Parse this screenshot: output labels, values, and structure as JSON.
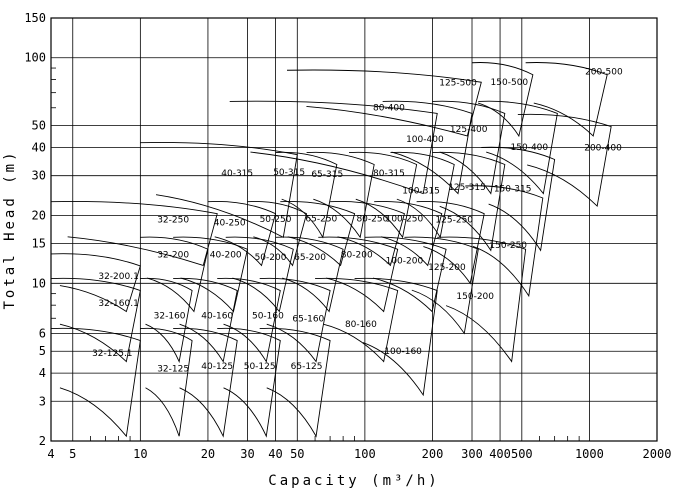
{
  "chart_data": {
    "type": "line",
    "title": "",
    "xlabel": "Capacity (m³/h)",
    "ylabel": "Total Head (m)",
    "x_scale": "log",
    "y_scale": "log",
    "xlim": [
      4,
      2000
    ],
    "ylim": [
      2,
      150
    ],
    "grid": true,
    "legend": "none",
    "x_ticks": [
      4,
      5,
      10,
      20,
      30,
      40,
      50,
      100,
      200,
      300,
      400,
      500,
      1000,
      2000
    ],
    "x_tick_labels": [
      "4",
      "5",
      "10",
      "20",
      "30",
      "40",
      "50",
      "100",
      "200",
      "300",
      "400",
      "500",
      "1000",
      "2000"
    ],
    "y_ticks": [
      2,
      3,
      4,
      5,
      6,
      10,
      15,
      20,
      30,
      40,
      50,
      100,
      150
    ],
    "y_tick_labels": [
      "2",
      "3",
      "4",
      "5",
      "6",
      "10",
      "15",
      "20",
      "30",
      "40",
      "50",
      "100",
      "150"
    ],
    "regions": [
      {
        "label": "32-125.1",
        "q": [
          4,
          10
        ],
        "h": [
          2.1,
          6.3
        ],
        "label_at": [
          7.5,
          4.9
        ]
      },
      {
        "label": "32-125",
        "q": [
          10,
          17
        ],
        "h": [
          2.1,
          6.3
        ],
        "label_at": [
          14,
          4.2
        ]
      },
      {
        "label": "40-125",
        "q": [
          14,
          27
        ],
        "h": [
          2.1,
          6.3
        ],
        "label_at": [
          22,
          4.3
        ]
      },
      {
        "label": "50-125",
        "q": [
          22,
          42
        ],
        "h": [
          2.1,
          6.3
        ],
        "label_at": [
          34,
          4.3
        ]
      },
      {
        "label": "65-125",
        "q": [
          34,
          70
        ],
        "h": [
          2.1,
          6.3
        ],
        "label_at": [
          55,
          4.3
        ]
      },
      {
        "label": "32-160.1",
        "q": [
          4,
          10
        ],
        "h": [
          4.5,
          10.5
        ],
        "label_at": [
          8,
          8.2
        ]
      },
      {
        "label": "32-160",
        "q": [
          10,
          17
        ],
        "h": [
          4.5,
          10.5
        ],
        "label_at": [
          13.5,
          7.2
        ]
      },
      {
        "label": "40-160",
        "q": [
          14,
          27
        ],
        "h": [
          4.5,
          10.5
        ],
        "label_at": [
          22,
          7.2
        ]
      },
      {
        "label": "50-160",
        "q": [
          22,
          42
        ],
        "h": [
          4.5,
          10.5
        ],
        "label_at": [
          37,
          7.2
        ]
      },
      {
        "label": "65-160",
        "q": [
          34,
          70
        ],
        "h": [
          4.5,
          10.5
        ],
        "label_at": [
          56,
          7
        ]
      },
      {
        "label": "80-160",
        "q": [
          60,
          140
        ],
        "h": [
          4.5,
          10.5
        ],
        "label_at": [
          96,
          6.6
        ]
      },
      {
        "label": "100-160",
        "q": [
          90,
          210
        ],
        "h": [
          3.2,
          10.5
        ],
        "label_at": [
          148,
          5
        ]
      },
      {
        "label": "32-200.1",
        "q": [
          4,
          10
        ],
        "h": [
          7.5,
          13.5
        ],
        "label_at": [
          8,
          10.8
        ]
      },
      {
        "label": "32-200",
        "q": [
          10,
          20
        ],
        "h": [
          7.5,
          16
        ],
        "label_at": [
          14,
          13.4
        ]
      },
      {
        "label": "40-200",
        "q": [
          14,
          30
        ],
        "h": [
          7.5,
          16
        ],
        "label_at": [
          24,
          13.4
        ]
      },
      {
        "label": "50-200",
        "q": [
          24,
          48
        ],
        "h": [
          7.5,
          16
        ],
        "label_at": [
          38,
          13.1
        ]
      },
      {
        "label": "65-200",
        "q": [
          40,
          80
        ],
        "h": [
          7.5,
          16
        ],
        "label_at": [
          57,
          13.1
        ]
      },
      {
        "label": "80-200",
        "q": [
          62,
          140
        ],
        "h": [
          7.5,
          16
        ],
        "label_at": [
          92,
          13.4
        ]
      },
      {
        "label": "100-200",
        "q": [
          100,
          230
        ],
        "h": [
          7.5,
          16
        ],
        "label_at": [
          150,
          12.6
        ]
      },
      {
        "label": "125-200",
        "q": [
          150,
          320
        ],
        "h": [
          6,
          16
        ],
        "label_at": [
          232,
          11.8
        ]
      },
      {
        "label": "150-200",
        "q": [
          210,
          520
        ],
        "h": [
          4.5,
          16
        ],
        "label_at": [
          310,
          8.8
        ]
      },
      {
        "label": "32-250",
        "q": [
          4,
          22
        ],
        "h": [
          12,
          23
        ],
        "label_at": [
          14,
          19.2
        ]
      },
      {
        "label": "40-250",
        "q": [
          20,
          40
        ],
        "h": [
          12,
          23
        ],
        "label_at": [
          25,
          18.6
        ]
      },
      {
        "label": "50-250",
        "q": [
          30,
          55
        ],
        "h": [
          12,
          23
        ],
        "label_at": [
          40,
          19.3
        ]
      },
      {
        "label": "65-250",
        "q": [
          42,
          90
        ],
        "h": [
          12,
          23
        ],
        "label_at": [
          64,
          19.4
        ]
      },
      {
        "label": "80-250",
        "q": [
          70,
          150
        ],
        "h": [
          12,
          23
        ],
        "label_at": [
          108,
          19.4
        ]
      },
      {
        "label": "100-250",
        "q": [
          110,
          220
        ],
        "h": [
          12,
          23
        ],
        "label_at": [
          150,
          19.4
        ]
      },
      {
        "label": "125-250",
        "q": [
          170,
          340
        ],
        "h": [
          10,
          23
        ],
        "label_at": [
          250,
          19.2
        ]
      },
      {
        "label": "150-250",
        "q": [
          280,
          620
        ],
        "h": [
          8.8,
          27
        ],
        "label_at": [
          435,
          14.8
        ]
      },
      {
        "label": "40-315",
        "q": [
          10,
          50
        ],
        "h": [
          16,
          42
        ],
        "label_at": [
          27,
          30.8
        ]
      },
      {
        "label": "50-315",
        "q": [
          40,
          75
        ],
        "h": [
          16,
          38
        ],
        "label_at": [
          46,
          31.2
        ]
      },
      {
        "label": "65-315",
        "q": [
          55,
          110
        ],
        "h": [
          16,
          38
        ],
        "label_at": [
          68,
          30.5
        ]
      },
      {
        "label": "80-315",
        "q": [
          85,
          170
        ],
        "h": [
          16,
          38
        ],
        "label_at": [
          128,
          30.9
        ]
      },
      {
        "label": "100-315",
        "q": [
          130,
          250
        ],
        "h": [
          16,
          38
        ],
        "label_at": [
          178,
          25.8
        ]
      },
      {
        "label": "125-315",
        "q": [
          200,
          420
        ],
        "h": [
          14,
          38
        ],
        "label_at": [
          285,
          26.7
        ]
      },
      {
        "label": "150-315",
        "q": [
          330,
          700
        ],
        "h": [
          14,
          40
        ],
        "label_at": [
          455,
          26.3
        ]
      },
      {
        "label": "80-400",
        "q": [
          25,
          210
        ],
        "h": [
          25,
          64
        ],
        "label_at": [
          128,
          60.3
        ]
      },
      {
        "label": "100-400",
        "q": [
          120,
          300
        ],
        "h": [
          25,
          64
        ],
        "label_at": [
          185,
          43.6
        ]
      },
      {
        "label": "125-400",
        "q": [
          200,
          420
        ],
        "h": [
          25,
          64
        ],
        "label_at": [
          290,
          48.3
        ]
      },
      {
        "label": "150-400",
        "q": [
          320,
          720
        ],
        "h": [
          25,
          64
        ],
        "label_at": [
          540,
          40.3
        ]
      },
      {
        "label": "200-400",
        "q": [
          480,
          1250
        ],
        "h": [
          22,
          56
        ],
        "label_at": [
          1150,
          40
        ]
      },
      {
        "label": "125-500",
        "q": [
          45,
          330
        ],
        "h": [
          45,
          88
        ],
        "label_at": [
          260,
          77.8
        ]
      },
      {
        "label": "150-500",
        "q": [
          300,
          560
        ],
        "h": [
          45,
          95
        ],
        "label_at": [
          440,
          78.2
        ]
      },
      {
        "label": "200-500",
        "q": [
          520,
          1200
        ],
        "h": [
          45,
          95
        ],
        "label_at": [
          1160,
          86.7
        ]
      }
    ]
  }
}
